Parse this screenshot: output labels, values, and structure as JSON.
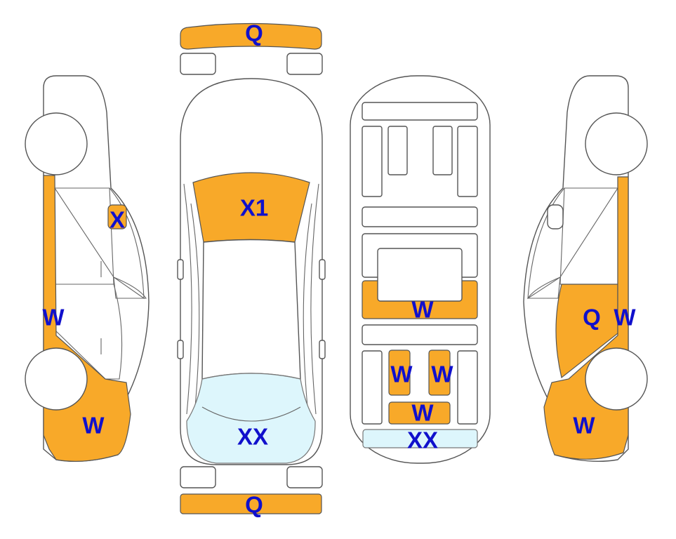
{
  "colors": {
    "damage": "#F8A929",
    "glass": "#DDF6FC",
    "label": "#1010CC",
    "outline": "#555555"
  },
  "labels": {
    "front_bumper": "Q",
    "rear_bumper": "Q",
    "windshield": "X1",
    "rear_window": "XX",
    "left_door_pillar": "X",
    "left_rocker": "W",
    "left_rear_quarter": "W",
    "underbody_center": "W",
    "underbody_left_rail": "W",
    "underbody_right_rail": "W",
    "underbody_rear_cross": "W",
    "underbody_rear_glass": "XX",
    "right_rear_door": "Q",
    "right_rocker": "W",
    "right_rear_quarter": "W"
  }
}
